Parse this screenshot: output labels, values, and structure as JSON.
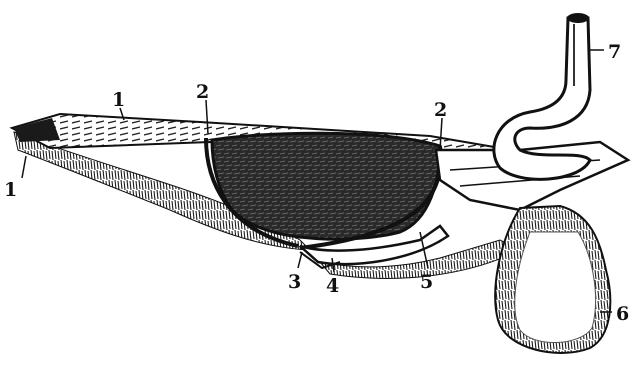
{
  "diagram": {
    "labels": [
      {
        "id": "1a",
        "text": "1"
      },
      {
        "id": "1b",
        "text": "1"
      },
      {
        "id": "2a",
        "text": "2"
      },
      {
        "id": "2b",
        "text": "2"
      },
      {
        "id": "3",
        "text": "3"
      },
      {
        "id": "4",
        "text": "4"
      },
      {
        "id": "5",
        "text": "5"
      },
      {
        "id": "6",
        "text": "6"
      },
      {
        "id": "7",
        "text": "7"
      }
    ],
    "colors": {
      "ink": "#111111",
      "paper": "#ffffff",
      "mid": "#555555"
    }
  }
}
